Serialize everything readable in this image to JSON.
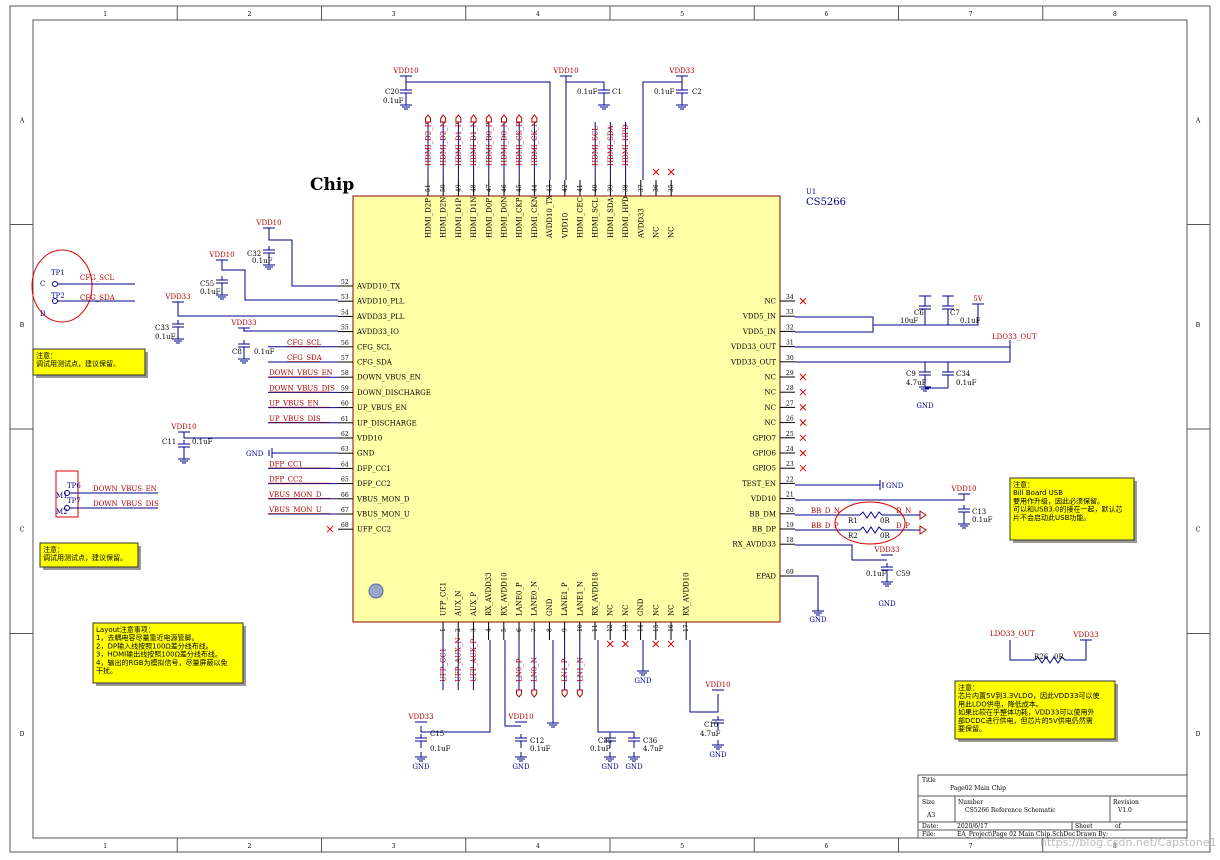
{
  "frame": {
    "cols": [
      "1",
      "2",
      "3",
      "4",
      "5",
      "6",
      "7",
      "8"
    ],
    "rows": [
      "A",
      "B",
      "C",
      "D"
    ]
  },
  "chip": {
    "title": "Chip",
    "ref": "U1",
    "part": "CS5266",
    "left_pins": [
      {
        "num": "52",
        "name": "AVDD10_TX"
      },
      {
        "num": "53",
        "name": "AVDD10_PLL"
      },
      {
        "num": "54",
        "name": "AVDD33_PLL"
      },
      {
        "num": "55",
        "name": "AVDD33_IO"
      },
      {
        "num": "56",
        "name": "CFG_SCL"
      },
      {
        "num": "57",
        "name": "CFG_SDA"
      },
      {
        "num": "58",
        "name": "DOWN_VBUS_EN"
      },
      {
        "num": "59",
        "name": "DOWN_DISCHARGE"
      },
      {
        "num": "60",
        "name": "UP_VBUS_EN"
      },
      {
        "num": "61",
        "name": "UP_DISCHARGE"
      },
      {
        "num": "62",
        "name": "VDD10"
      },
      {
        "num": "63",
        "name": "GND"
      },
      {
        "num": "64",
        "name": "DFP_CC1"
      },
      {
        "num": "65",
        "name": "DFP_CC2"
      },
      {
        "num": "66",
        "name": "VBUS_MON_D"
      },
      {
        "num": "67",
        "name": "VBUS_MON_U"
      },
      {
        "num": "68",
        "name": "UFP_CC2"
      }
    ],
    "right_pins": [
      {
        "num": "34",
        "name": "NC"
      },
      {
        "num": "33",
        "name": "VDD5_IN"
      },
      {
        "num": "32",
        "name": "VDD5_IN"
      },
      {
        "num": "31",
        "name": "VDD33_OUT"
      },
      {
        "num": "30",
        "name": "VDD33_OUT"
      },
      {
        "num": "29",
        "name": "NC"
      },
      {
        "num": "28",
        "name": "NC"
      },
      {
        "num": "27",
        "name": "NC"
      },
      {
        "num": "26",
        "name": "NC"
      },
      {
        "num": "25",
        "name": "GPIO7"
      },
      {
        "num": "24",
        "name": "GPIO6"
      },
      {
        "num": "23",
        "name": "GPIO5"
      },
      {
        "num": "22",
        "name": "TEST_EN"
      },
      {
        "num": "21",
        "name": "VDD10"
      },
      {
        "num": "20",
        "name": "BB_DM"
      },
      {
        "num": "19",
        "name": "BB_DP"
      },
      {
        "num": "18",
        "name": "RX_AVDD33"
      },
      {
        "num": "69",
        "name": "EPAD"
      }
    ],
    "top_pins": [
      {
        "num": "51",
        "name": "HDMI_D2P"
      },
      {
        "num": "50",
        "name": "HDMI_D2N"
      },
      {
        "num": "49",
        "name": "HDMI_D1P"
      },
      {
        "num": "48",
        "name": "HDMI_D1N"
      },
      {
        "num": "47",
        "name": "HDMI_D0P"
      },
      {
        "num": "46",
        "name": "HDMI_D0N"
      },
      {
        "num": "45",
        "name": "HDMI_CKP"
      },
      {
        "num": "44",
        "name": "HDMI_CKN"
      },
      {
        "num": "43",
        "name": "AVDD10_TX"
      },
      {
        "num": "42",
        "name": "VDD10"
      },
      {
        "num": "41",
        "name": "HDMI_CEC"
      },
      {
        "num": "40",
        "name": "HDMI_SCL"
      },
      {
        "num": "39",
        "name": "HDMI_SDA"
      },
      {
        "num": "38",
        "name": "HDMI_HPD"
      },
      {
        "num": "37",
        "name": "AVDD33"
      },
      {
        "num": "36",
        "name": "NC"
      },
      {
        "num": "35",
        "name": "NC"
      }
    ],
    "bottom_pins": [
      {
        "num": "1",
        "name": "UFP_CC1"
      },
      {
        "num": "2",
        "name": "AUX_N"
      },
      {
        "num": "3",
        "name": "AUX_P"
      },
      {
        "num": "4",
        "name": "RX_AVDD33"
      },
      {
        "num": "5",
        "name": "RX_AVDD10"
      },
      {
        "num": "6",
        "name": "LANE0_P"
      },
      {
        "num": "7",
        "name": "LANE0_N"
      },
      {
        "num": "8",
        "name": "GND"
      },
      {
        "num": "9",
        "name": "LANE1_P"
      },
      {
        "num": "10",
        "name": "LANE1_N"
      },
      {
        "num": "11",
        "name": "RX_AVDD18"
      },
      {
        "num": "12",
        "name": "NC"
      },
      {
        "num": "13",
        "name": "NC"
      },
      {
        "num": "14",
        "name": "GND"
      },
      {
        "num": "15",
        "name": "NC"
      },
      {
        "num": "16",
        "name": "NC"
      },
      {
        "num": "17",
        "name": "RX_AVDD10"
      }
    ]
  },
  "top_nets": [
    "HDMI_D2_P",
    "HDMI_D2_N",
    "HDMI_D1_P",
    "HDMI_D1_N",
    "HDMI_D0_P",
    "HDMI_D0_N",
    "HDMI_CK_P",
    "HDMI_CK_N",
    "",
    "",
    "",
    "HDMI_SCL",
    "HDMI_SDA",
    "HDMI_HPD",
    "",
    "",
    ""
  ],
  "bottom_nets": [
    "UFP_CC1",
    "UFP_AUX_N",
    "UFP_AUX_P",
    "",
    "",
    "LN0_P",
    "LN0_N",
    "",
    "LN1_P",
    "LN1_N",
    "",
    "",
    "",
    "",
    "",
    "",
    ""
  ],
  "left_nets": [
    "",
    "",
    "",
    "",
    "CFG_SCL",
    "CFG_SDA",
    "DOWN_VBUS_EN",
    "DOWN_VBUS_DIS",
    "UP_VBUS_EN",
    "UP_VBUS_DIS",
    "",
    "",
    "DFP_CC1",
    "DFP_CC2",
    "VBUS_MON_D",
    "VBUS_MON_U",
    ""
  ],
  "labels": {
    "vdd10": "VDD10",
    "vdd33": "VDD33",
    "gnd": "GND",
    "v5": "5V",
    "ldo33": "LDO33_OUT",
    "c20": "C20",
    "c20v": "0.1uF",
    "c1": "C1",
    "c1v": "0.1uF",
    "c2": "C2",
    "c2v": "0.1uF",
    "c32": "C32",
    "c32v": "0.1uF",
    "c55": "C55",
    "c55v": "0.1uF",
    "c33": "C33",
    "c33v": "0.1uF",
    "c8": "C8",
    "c8v": "0.1uF",
    "c11": "C11",
    "c11v": "0.1uF",
    "c6": "C6",
    "c6v": "10uF",
    "c7": "C7",
    "c7v": "0.1uF",
    "c9": "C9",
    "c9v": "4.7uF",
    "c34": "C34",
    "c34v": "0.1uF",
    "c13": "C13",
    "c13v": "0.1uF",
    "c59": "C59",
    "c59v": "0.1uF",
    "c10": "C10",
    "c10v": "4.7uF",
    "c15": "C15",
    "c15v": "0.1uF",
    "c12": "C12",
    "c12v": "0.1uF",
    "c35": "C35",
    "c35v": "0.1uF",
    "c36": "C36",
    "c36v": "4.7uF",
    "r1": "R1",
    "r1v": "0R",
    "r2": "R2",
    "r2v": "0R",
    "r26": "R26",
    "r26v": "0R",
    "bbdn": "BB_D_N",
    "bbdp": "BB_D_P",
    "dn": "D_N",
    "dp": "D_P",
    "tp1": "TP1",
    "tp2": "TP2",
    "tp6": "TP6",
    "tp7": "TP7",
    "cfgscl": "CFG_SCL",
    "cfgsda": "CFG_SDA",
    "cl": "C",
    "dl": "D",
    "m1": "M1",
    "m2": "M2",
    "dven": "DOWN_VBUS_EN",
    "dvdis": "DOWN_VBUS_DIS"
  },
  "notes": {
    "n1": [
      "注意：",
      "调试用测试点，建议保留。"
    ],
    "n2": [
      "注意：",
      "调试用测试点，建议保留。"
    ],
    "n3": [
      "Layout注意事项：",
      "1，去耦电容尽量靠近电源管脚。",
      "2，DP输入线按照100Ω差分线布线。",
      "3，HDMI输出线按照100Ω差分线布线。",
      "4，输出的RGB为模拟信号，尽量屏蔽以免",
      "干扰。"
    ],
    "n4": [
      "注意：",
      "Bill Board USB",
      "要用作升级，因此必须保留。",
      "可以和USB3.0的接在一起，默认芯",
      "片不会启动此USB功能。"
    ],
    "n5": [
      "注意：",
      "芯片内置5V到3.3VLDO，因此VDD33可以使",
      "用此LDO供电，降低成本。",
      "如果比较在乎整体功耗，VDD33可以使用外",
      "部DCDC进行供电，但芯片的5V供电仍然需",
      "要保留。"
    ]
  },
  "title_block": {
    "title_label": "Title",
    "title": "Page02 Main Chip",
    "size_label": "Size",
    "size": "A3",
    "number_label": "Number",
    "number": "CS5266 Reference Schematic",
    "revision_label": "Revision",
    "revision": "V1.0",
    "date_label": "Date:",
    "date": "2020/6/17",
    "sheet_label": "Sheet",
    "of_label": "of",
    "file_label": "File:",
    "file": "EA_Project\\Page 02 Main Chip.SchDoc",
    "drawn_label": "Drawn By:"
  },
  "watermark": "https://blog.csdn.net/Capstone1"
}
